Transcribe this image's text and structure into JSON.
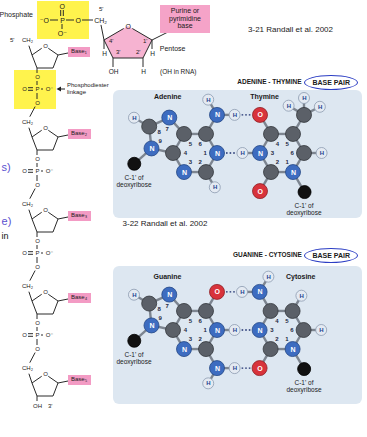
{
  "diagram": {
    "nodes": [
      {
        "text": [
          "Phosphate"
        ]
      },
      {
        "text": [
          "Purine or pyrimidine base"
        ]
      },
      {
        "text": [
          "Base₁"
        ]
      },
      {
        "text": [
          "BASE PAIR"
        ]
      },
      {
        "text": [
          "Base₂"
        ]
      },
      {
        "text": [
          "Base₃"
        ]
      },
      {
        "text": [
          "BASE PAIR"
        ]
      },
      {
        "text": [
          "Base₄"
        ]
      },
      {
        "text": [
          "Base₅"
        ]
      }
    ],
    "labels": [
      "⁻O",
      "P",
      "O",
      "O",
      "O⁻",
      "CH₂",
      "5'",
      "O",
      "4'",
      "1'",
      "3'",
      "2'",
      "H",
      "H",
      "OH",
      "H",
      "Pentose",
      "(OH in RNA)",
      "3-21 Randall et al. 2002",
      "5'",
      "CH₂",
      "O",
      "O",
      "O",
      "P",
      "O⁻",
      "O",
      "CH₂",
      "O",
      "O",
      "O",
      "P",
      "O⁻",
      "O",
      "CH₂",
      "O",
      "O",
      "O",
      "P",
      "O⁻",
      "O",
      "CH₂",
      "O",
      "O",
      "O",
      "P",
      "O⁻",
      "O",
      "CH₂",
      "O",
      "OH",
      "3'",
      "s)",
      "e)",
      "in",
      "Phosphodiester linkage",
      "ADENINE - THYMINE",
      "Adenine",
      "Thymine",
      "C-1' of deoxyribose",
      "C-1' of deoxyribose",
      "3-22 Randall et al. 2002",
      "GUANINE - CYTOSINE",
      "Guanine",
      "Cytosine",
      "C-1' of deoxyribose",
      "C-1' of deoxyribose",
      "N",
      "N",
      "N",
      "N",
      "H",
      "N",
      "H",
      "H",
      "H",
      "1",
      "2",
      "3",
      "4",
      "5",
      "6",
      "7",
      "8",
      "9",
      "N",
      "N",
      "O",
      "H",
      "O",
      "H",
      "H",
      "H",
      "H",
      "1",
      "2",
      "3",
      "4",
      "5",
      "6",
      "N",
      "N",
      "N",
      "N",
      "H",
      "O",
      "H",
      "N",
      "H",
      "H",
      "1",
      "2",
      "3",
      "4",
      "5",
      "6",
      "7",
      "8",
      "9",
      "N",
      "N",
      "O",
      "N",
      "H",
      "H",
      "H",
      "H",
      "1",
      "2",
      "3",
      "4",
      "5",
      "6"
    ]
  }
}
